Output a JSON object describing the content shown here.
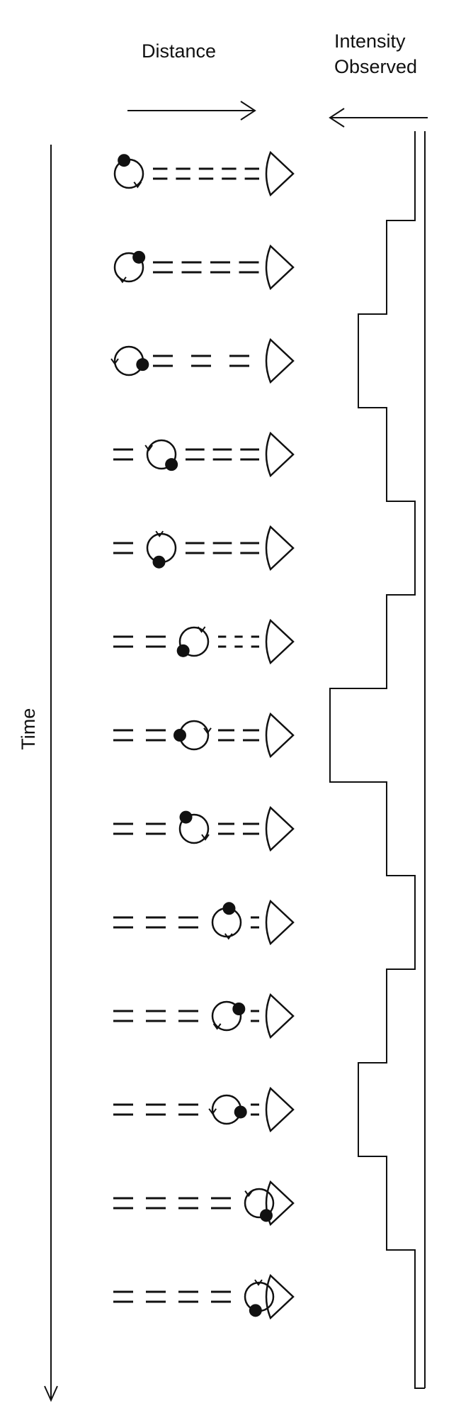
{
  "labels": {
    "distance": "Distance",
    "intensity_line1": "Intensity",
    "intensity_line2": "Observed",
    "time": "Time"
  },
  "diagram": {
    "frames": [
      {
        "frame": 1,
        "orbit_angle_deg": 250,
        "dashes_before": 0,
        "dashes_after": 5,
        "intensity_level": 0
      },
      {
        "frame": 2,
        "orbit_angle_deg": 315,
        "dashes_before": 0,
        "dashes_after": 4,
        "intensity_level": 1
      },
      {
        "frame": 3,
        "orbit_angle_deg": 15,
        "dashes_before": 0,
        "dashes_after": 3,
        "intensity_level": 2
      },
      {
        "frame": 4,
        "orbit_angle_deg": 45,
        "dashes_before": 1,
        "dashes_after": 3,
        "intensity_level": 1
      },
      {
        "frame": 5,
        "orbit_angle_deg": 100,
        "dashes_before": 1,
        "dashes_after": 3,
        "intensity_level": 0
      },
      {
        "frame": 6,
        "orbit_angle_deg": 140,
        "dashes_before": 2,
        "dashes_after": 3,
        "intensity_level": 1
      },
      {
        "frame": 7,
        "orbit_angle_deg": 180,
        "dashes_before": 2,
        "dashes_after": 2,
        "intensity_level": 3
      },
      {
        "frame": 8,
        "orbit_angle_deg": 235,
        "dashes_before": 2,
        "dashes_after": 2,
        "intensity_level": 1
      },
      {
        "frame": 9,
        "orbit_angle_deg": 280,
        "dashes_before": 3,
        "dashes_after": 1,
        "intensity_level": 0
      },
      {
        "frame": 10,
        "orbit_angle_deg": 330,
        "dashes_before": 3,
        "dashes_after": 1,
        "intensity_level": 1
      },
      {
        "frame": 11,
        "orbit_angle_deg": 10,
        "dashes_before": 3,
        "dashes_after": 1,
        "intensity_level": 2
      },
      {
        "frame": 12,
        "orbit_angle_deg": 60,
        "dashes_before": 4,
        "dashes_after": 0,
        "intensity_level": 1
      },
      {
        "frame": 13,
        "orbit_angle_deg": 105,
        "dashes_before": 4,
        "dashes_after": 0,
        "intensity_level": 0
      }
    ]
  },
  "colors": {
    "ink": "#111111",
    "background": "#ffffff"
  }
}
